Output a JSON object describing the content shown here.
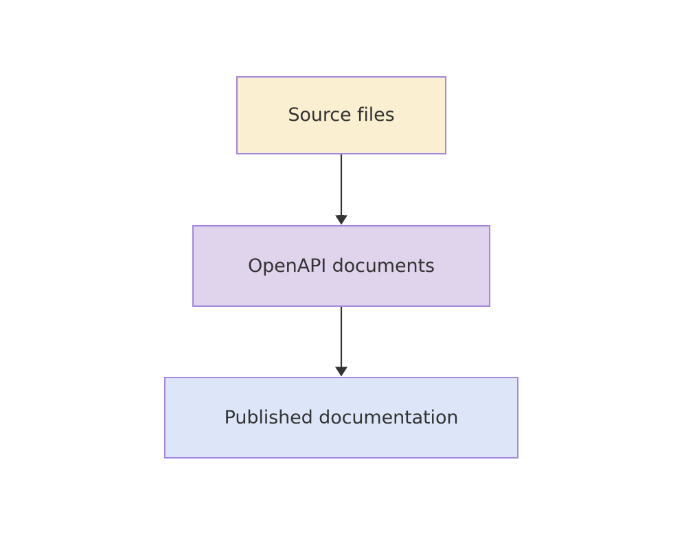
{
  "diagram": {
    "type": "flowchart",
    "direction": "top-to-bottom",
    "background_color": "#ffffff",
    "node_border_color": "#a387de",
    "node_text_color": "#333333",
    "edge_color": "#333333",
    "nodes": [
      {
        "id": "source-files",
        "label": "Source files",
        "fill_color": "#fbefd1",
        "border_color": "#a387de",
        "text_color": "#333333"
      },
      {
        "id": "openapi-documents",
        "label": "OpenAPI documents",
        "fill_color": "#e0d4ec",
        "border_color": "#a387de",
        "text_color": "#333333"
      },
      {
        "id": "published-documentation",
        "label": "Published documentation",
        "fill_color": "#dde6f8",
        "border_color": "#a387de",
        "text_color": "#333333"
      }
    ],
    "edges": [
      {
        "id": "edge-source-to-openapi",
        "from": "source-files",
        "to": "openapi-documents",
        "label": "",
        "arrowhead": "filled-triangle",
        "color": "#333333"
      },
      {
        "id": "edge-openapi-to-published",
        "from": "openapi-documents",
        "to": "published-documentation",
        "label": "",
        "arrowhead": "filled-triangle",
        "color": "#333333"
      }
    ]
  }
}
